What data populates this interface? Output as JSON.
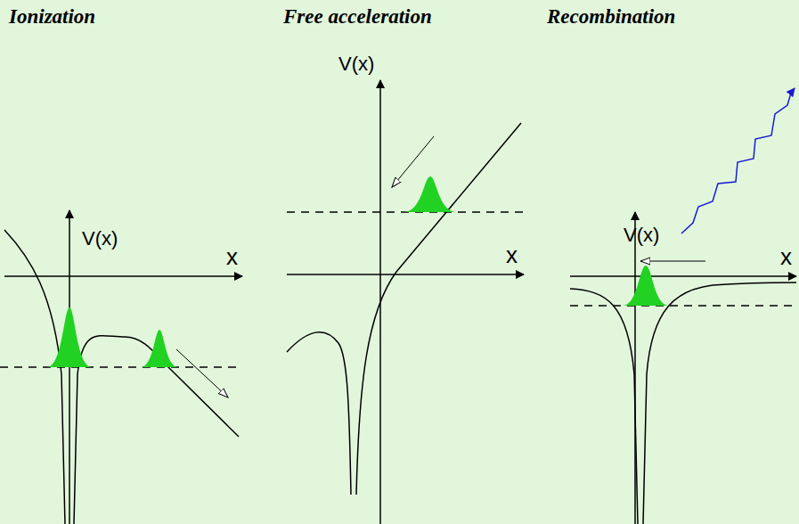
{
  "diagram": {
    "labels": [
      "Ionization",
      "Free acceleration",
      "Recombination",
      "V(x)",
      "x",
      "V(x)",
      "x",
      "V(x)",
      "x"
    ]
  }
}
